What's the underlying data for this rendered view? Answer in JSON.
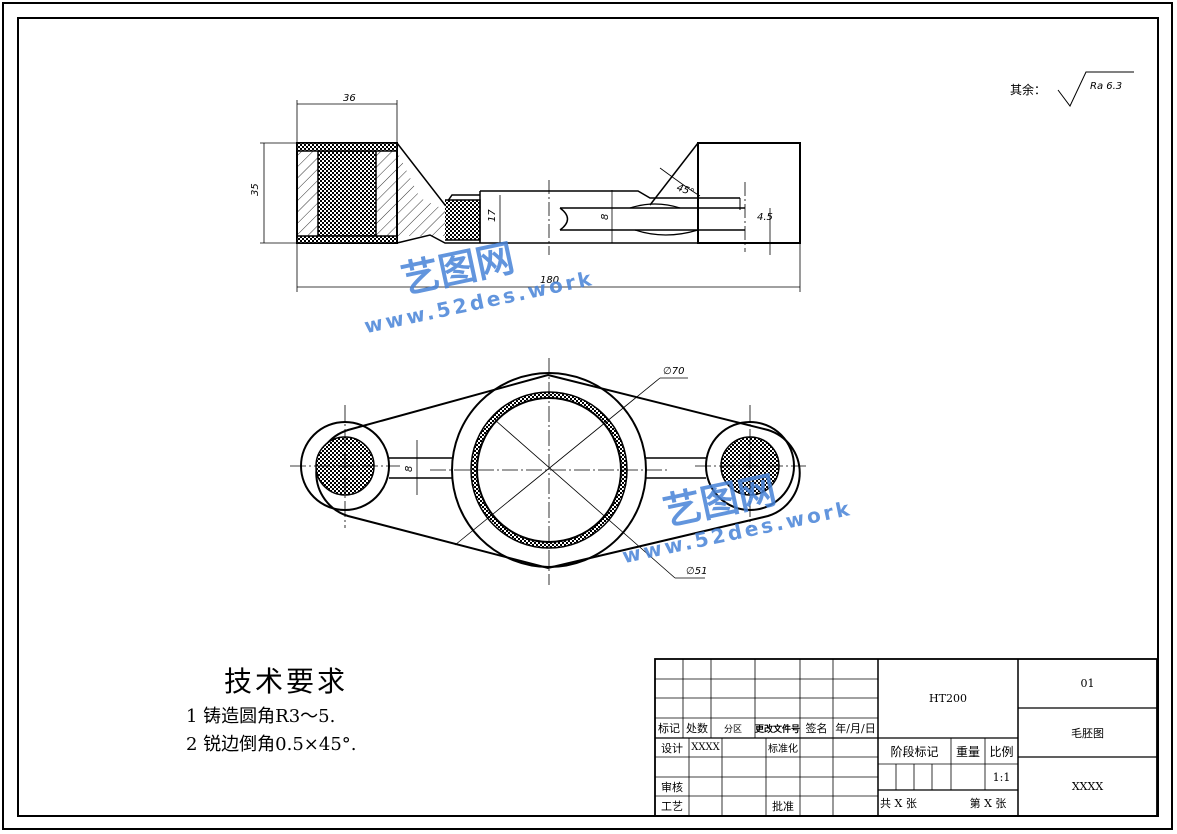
{
  "surface_finish": {
    "prefix": "其余：",
    "value": "Ra 6.3"
  },
  "dimensions": {
    "width_36": "36",
    "height_35": "35",
    "thickness_17": "17",
    "web_8_side": "8",
    "flange_4_5": "4.5",
    "chamfer_45": "45°",
    "length_180": "180",
    "dia_70": "∅70",
    "web_8_top": "8",
    "dia_51": "∅51"
  },
  "tech_requirements": {
    "title": "技术要求",
    "items": [
      "1 铸造圆角R3～5.",
      "2 锐边倒角0.5×45°."
    ]
  },
  "title_block": {
    "material": "HT200",
    "drawing_no": "01",
    "drawing_name": "毛胚图",
    "company": "XXXX",
    "rev_mark": "标记",
    "rev_count": "处数",
    "rev_zone": "分区",
    "rev_doc": "更改文件号",
    "rev_sign": "签名",
    "rev_date": "年/月/日",
    "design": "设计",
    "designer": "XXXX",
    "standardize": "标准化",
    "review": "审核",
    "process": "工艺",
    "approve": "批准",
    "stage_mark": "阶段标记",
    "weight": "重量",
    "scale_label": "比例",
    "scale_value": "1:1",
    "sheets_total": "共 X 张",
    "sheet_no": "第 X 张"
  },
  "watermark": {
    "brand": "艺图网",
    "url": "www.52des.work"
  }
}
